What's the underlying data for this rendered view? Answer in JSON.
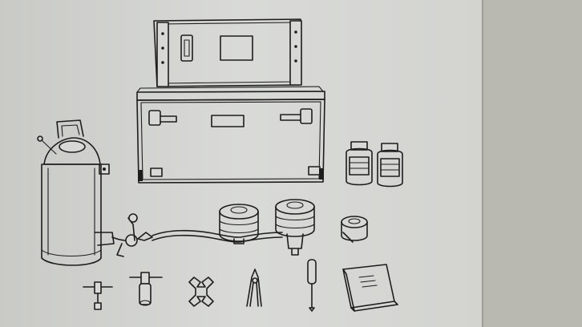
{
  "figure": {
    "subject": "equipment-set-illustration",
    "items": [
      {
        "name": "carrying-case",
        "role": "storage"
      },
      {
        "name": "pressure-tank",
        "role": "tank"
      },
      {
        "name": "bottle",
        "count": 2
      },
      {
        "name": "filter-unit",
        "count": 2
      },
      {
        "name": "small-fitting",
        "count": 1
      },
      {
        "name": "t-handle-wrench"
      },
      {
        "name": "t-handle-socket-wrench"
      },
      {
        "name": "double-open-end-wrench"
      },
      {
        "name": "pliers"
      },
      {
        "name": "screwdriver"
      },
      {
        "name": "instruction-booklet"
      }
    ]
  },
  "colors": {
    "page": "#d8d9d6",
    "desk": "#b9b8b1",
    "ink": "#1d1d1d"
  }
}
